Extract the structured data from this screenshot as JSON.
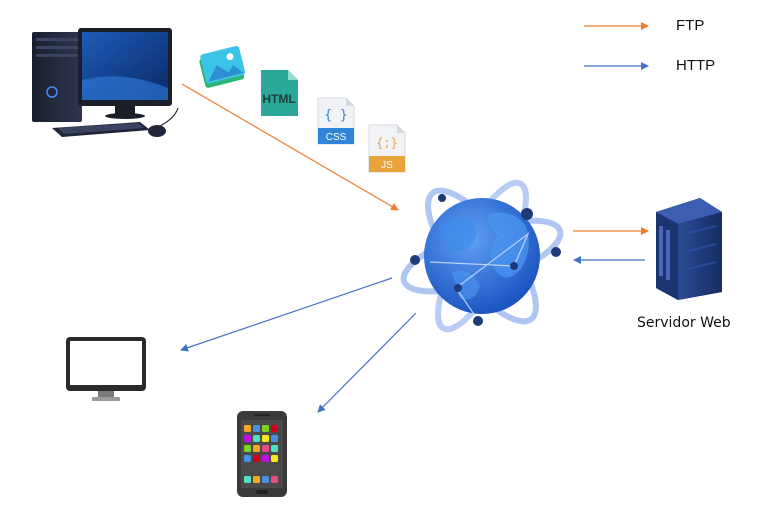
{
  "legend": {
    "ftp_label": "FTP",
    "http_label": "HTTP"
  },
  "colors": {
    "ftp": "#ED7D31",
    "http": "#4472C4",
    "globe": "#2E6FD8",
    "server": "#1F3A7A"
  },
  "nodes": {
    "server_label": "Servidor Web"
  },
  "file_badges": {
    "html": "HTML",
    "css": "CSS",
    "css_glyph": "{ }",
    "js": "JS",
    "js_glyph": "{;}"
  }
}
